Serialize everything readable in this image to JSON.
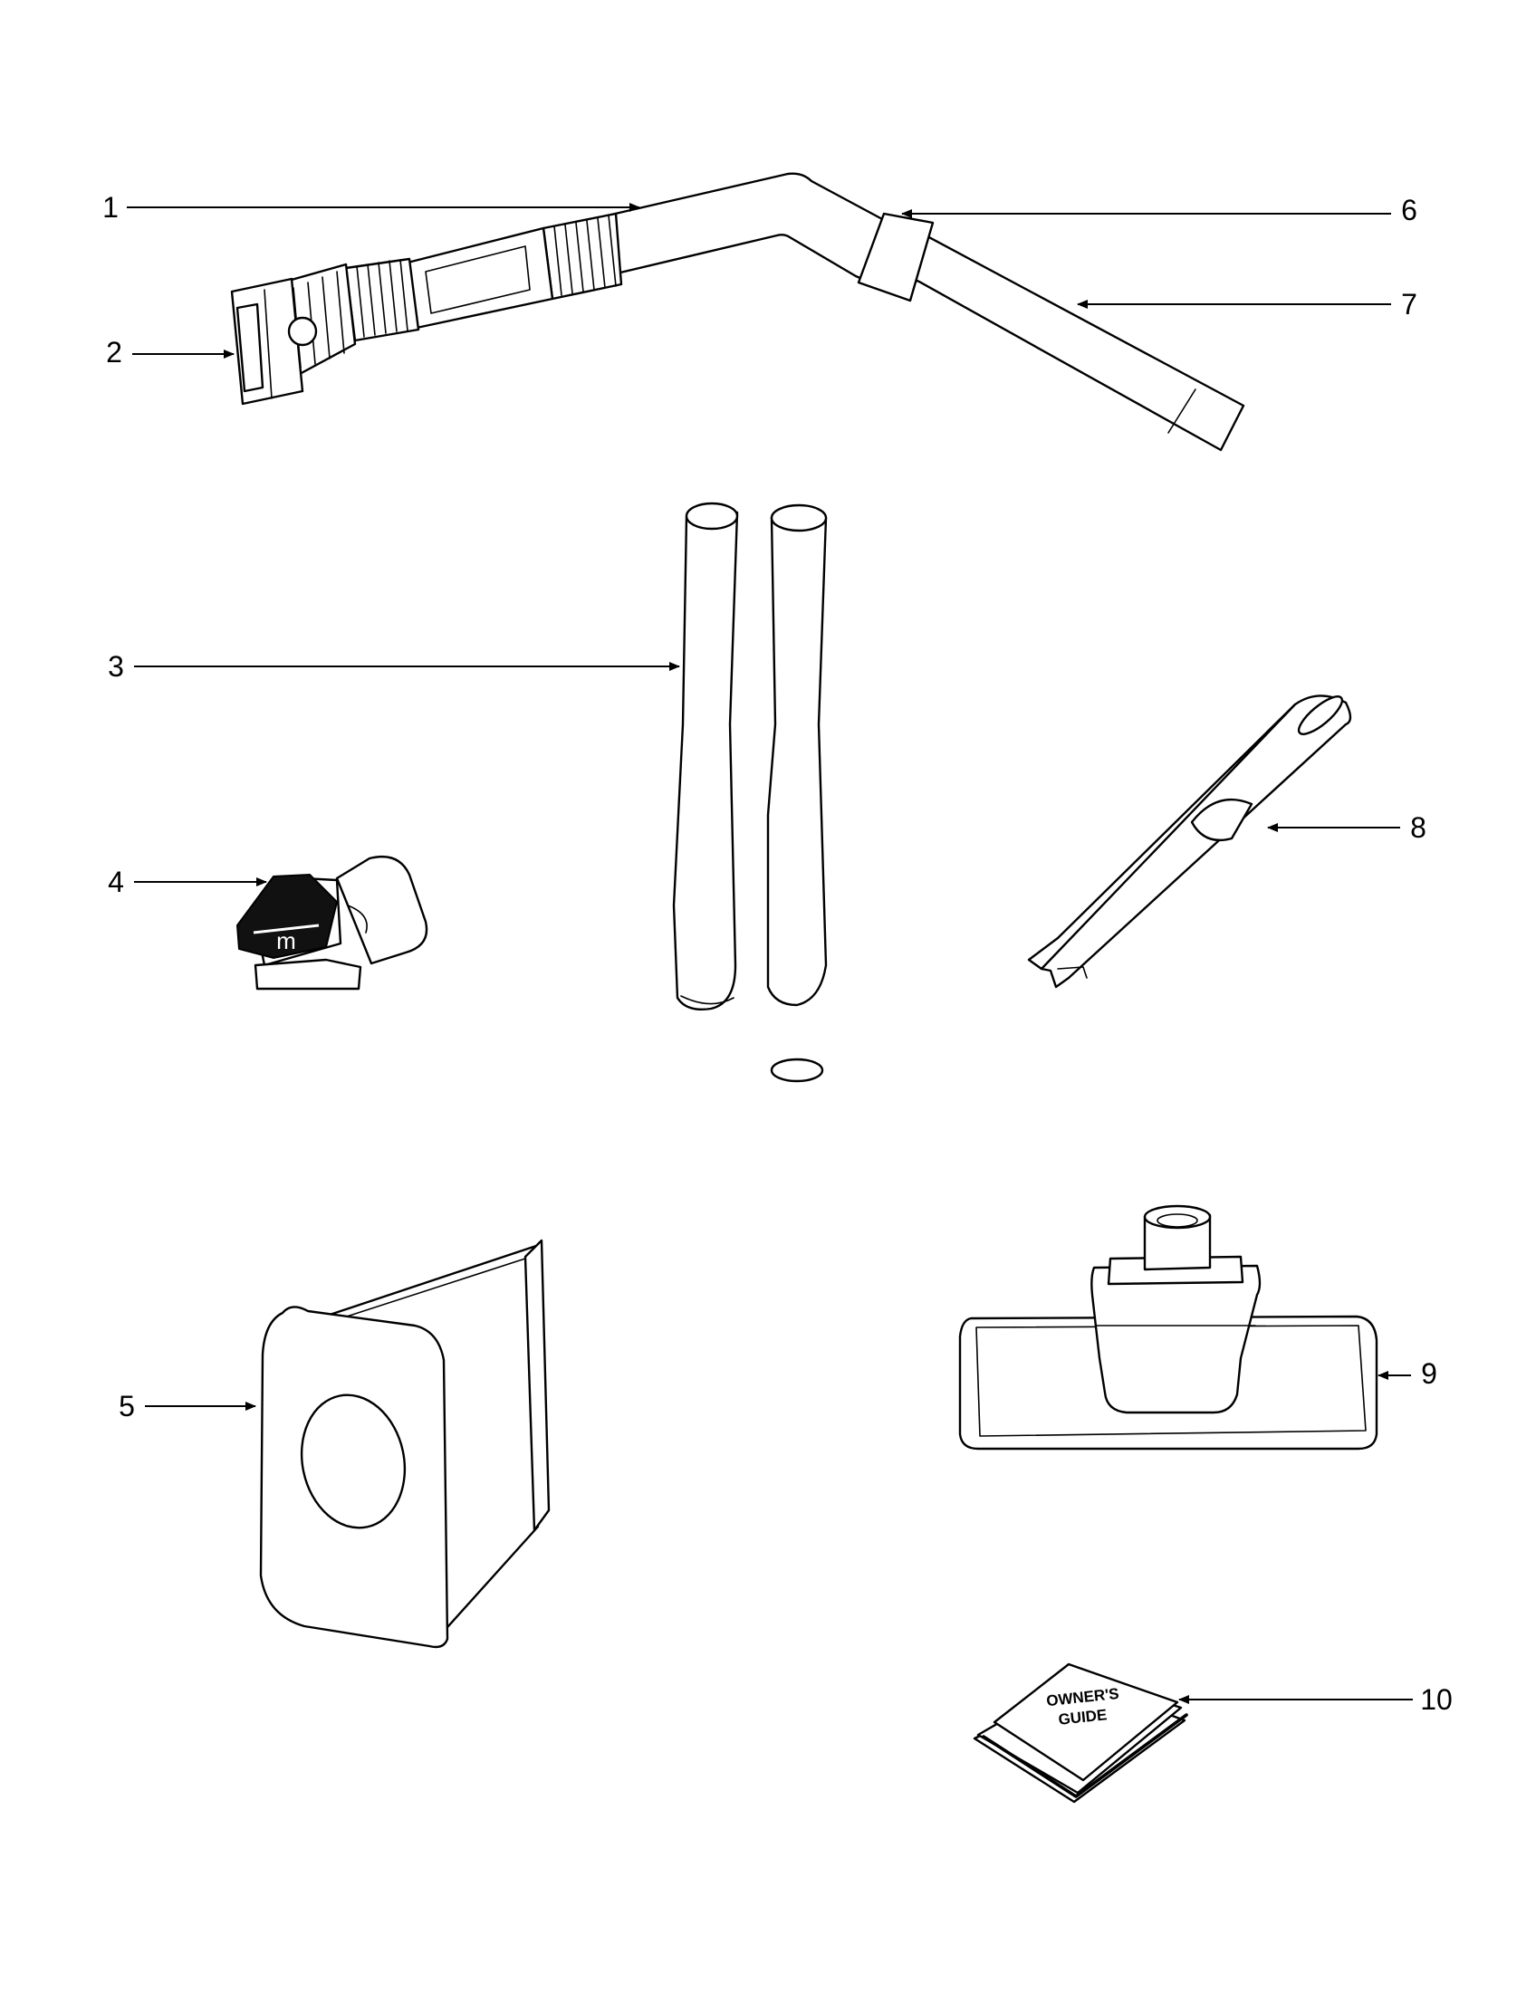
{
  "callouts": [
    {
      "id": "1",
      "label": "1"
    },
    {
      "id": "2",
      "label": "2"
    },
    {
      "id": "3",
      "label": "3"
    },
    {
      "id": "4",
      "label": "4"
    },
    {
      "id": "5",
      "label": "5"
    },
    {
      "id": "6",
      "label": "6"
    },
    {
      "id": "7",
      "label": "7"
    },
    {
      "id": "8",
      "label": "8"
    },
    {
      "id": "9",
      "label": "9"
    },
    {
      "id": "10",
      "label": "10"
    }
  ],
  "book": {
    "line1": "OWNER'S",
    "line2": "GUIDE"
  }
}
